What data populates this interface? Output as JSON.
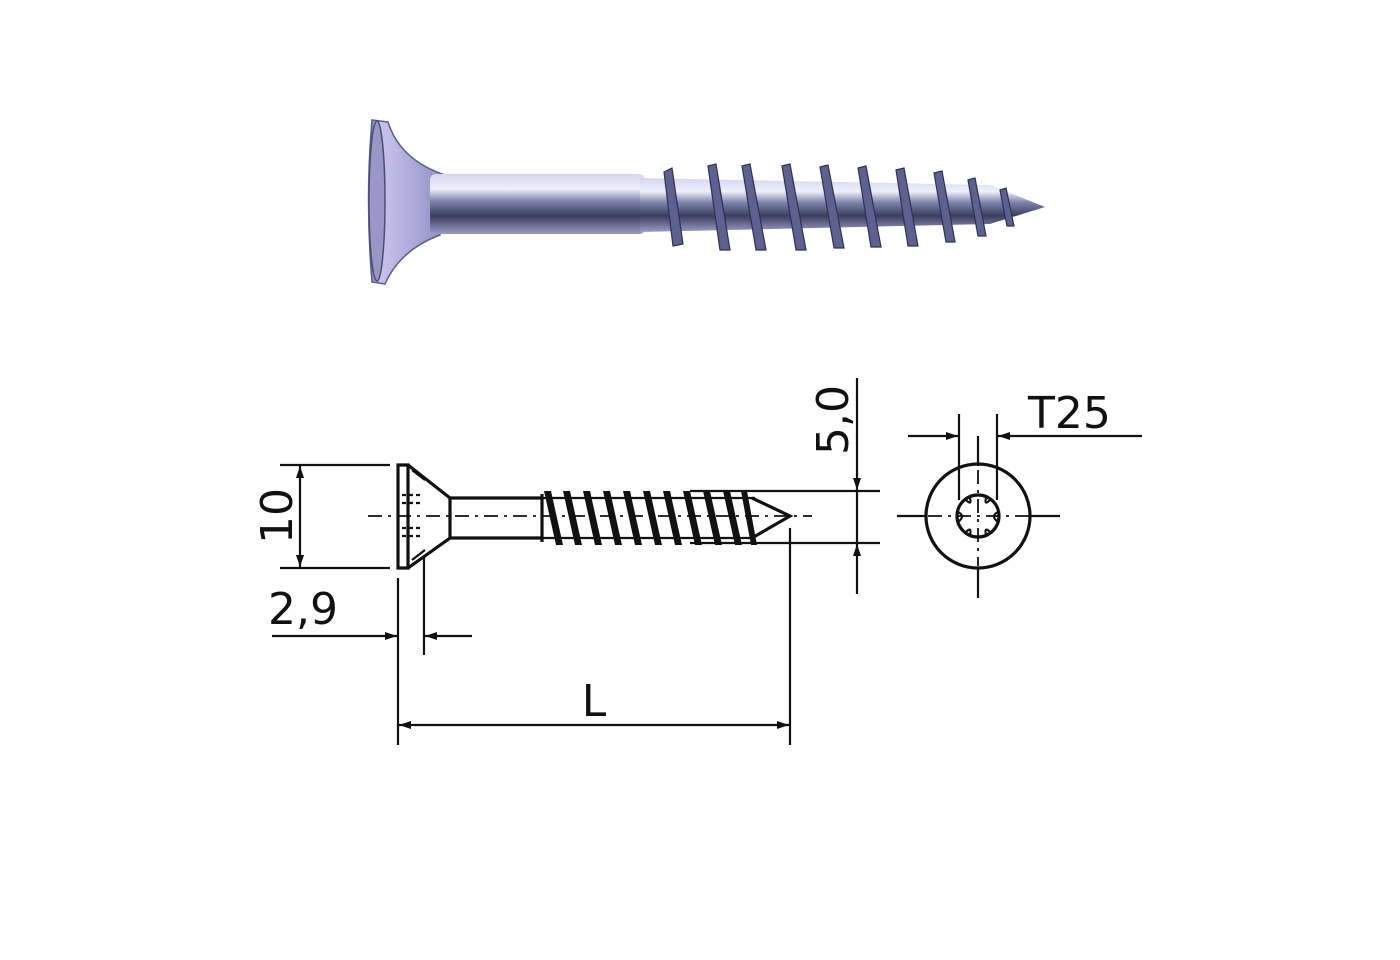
{
  "product": {
    "type": "countersunk wood screw",
    "photo_alt": "Zinc-plated countersunk chipboard screw with partial thread"
  },
  "drawing": {
    "head_diameter_label": "10",
    "head_height_label": "2,9",
    "thread_diameter_label": "5,0",
    "length_label": "L",
    "drive_label": "T25"
  },
  "colors": {
    "line": "#111111",
    "background": "#ffffff",
    "screw_light": "#c8c8e8",
    "screw_mid": "#8a8fb8",
    "screw_dark": "#3a3d5c",
    "screw_tint": "#b9a9d9"
  }
}
